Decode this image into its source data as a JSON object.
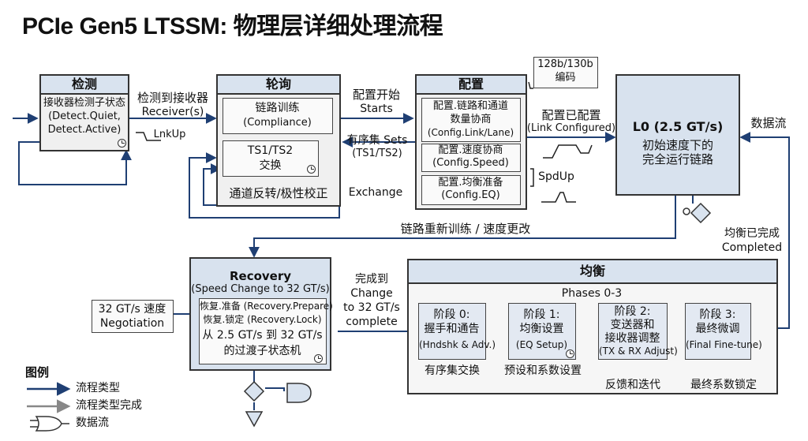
{
  "title": "PCIe Gen5 LTSSM: 物理层详细处理流程",
  "detect": {
    "header": "检测",
    "body": [
      "接收器检测子状态",
      "(Detect.Quiet,",
      "Detect.Active)"
    ]
  },
  "detect_to_polling": [
    "检测到接收器",
    "Receiver(s)"
  ],
  "lnkup": "LnkUp",
  "polling": {
    "header": "轮询",
    "compliance": [
      "链路训练",
      "(Compliance)"
    ],
    "ts": [
      "TS1/TS2",
      "交换"
    ],
    "lane_reversal": "通道反转/极性校正",
    "exchange": "Exchange"
  },
  "polling_to_config": [
    "配置开始",
    "Starts"
  ],
  "config_to_polling": [
    "有序集 Sets",
    "(TS1/TS2)"
  ],
  "config": {
    "header": "配置",
    "encoding_note": [
      "128b/130b",
      "编码"
    ],
    "link_lane": [
      "配置.链路和通道",
      "数量协商",
      "(Config.Link/Lane)"
    ],
    "speed": [
      "配置.速度协商",
      "(Config.Speed)"
    ],
    "eq": [
      "配置.均衡准备",
      "(Config.EQ)"
    ],
    "spdup": "SpdUp"
  },
  "config_to_l0": [
    "配置已配置",
    "(Link Configured)"
  ],
  "l0": {
    "title": "L0 (2.5 GT/s)",
    "body": [
      "初始速度下的",
      "完全运行链路"
    ]
  },
  "data_flow_label": "数据流",
  "retrain_label": "链路重新训练 / 速度更改",
  "eq_complete": [
    "均衡已完成",
    "Completed"
  ],
  "recovery": {
    "title": "Recovery",
    "subtitle": "(Speed Change to 32 GT/s)",
    "lines": [
      "恢复.准备 (Recovery.Prepare)",
      "恢复.锁定 (Recovery.Lock)",
      "从 2.5 GT/s 到 32 GT/s",
      "的过渡子状态机"
    ]
  },
  "negotiation": [
    "32 GT/s 速度",
    "Negotiation"
  ],
  "recovery_to_eq": [
    "完成到",
    "Change",
    "to 32 GT/s",
    "complete"
  ],
  "equalization": {
    "header": "均衡",
    "phases_label": "Phases 0-3",
    "phases": [
      {
        "name": "阶段 0:",
        "desc": "握手和通告",
        "en": "(Hndshk & Adv.)",
        "below": "有序集交换"
      },
      {
        "name": "阶段 1:",
        "desc": "均衡设置",
        "en": "(EQ Setup)",
        "below": "预设和系数设置"
      },
      {
        "name": "阶段 2:",
        "desc": "变送器和\n接收器调整",
        "en": "(TX & RX Adjust)",
        "below": "反馈和迭代"
      },
      {
        "name": "阶段 3:",
        "desc": "最终微调",
        "en": "(Final Fine-tune)",
        "below": "最终系数锁定"
      }
    ]
  },
  "legend": {
    "title": "图例",
    "items": [
      "流程类型",
      "流程类型完成",
      "数据流"
    ]
  },
  "colors": {
    "flow": "#1f3f73",
    "done": "#888888",
    "box_fill": "#f0f0f0",
    "header_fill": "#d9e3ef"
  }
}
